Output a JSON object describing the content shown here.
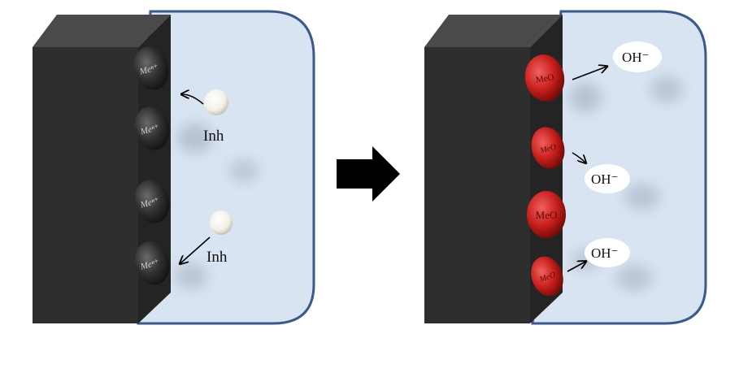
{
  "left_panel": {
    "ions": [
      "Meⁿ⁺",
      "Meⁿ⁺",
      "Meⁿ⁺",
      "Meⁿ⁺"
    ],
    "inhibitors": [
      "Inh",
      "Inh"
    ]
  },
  "right_panel": {
    "oxides": [
      "MeO",
      "MeO",
      "MeO",
      "MeO"
    ],
    "hydroxides": [
      "OH⁻",
      "OH⁻",
      "OH⁻"
    ]
  },
  "colors": {
    "metal": "#2e2e2e",
    "metal_top": "#4a4a4a",
    "solution_fill": "#d9e4f2",
    "solution_border": "#3a5a8c",
    "ion_fill": "#3a3a3a",
    "oxide_fill": "#c0201c",
    "arrow": "#000000"
  }
}
